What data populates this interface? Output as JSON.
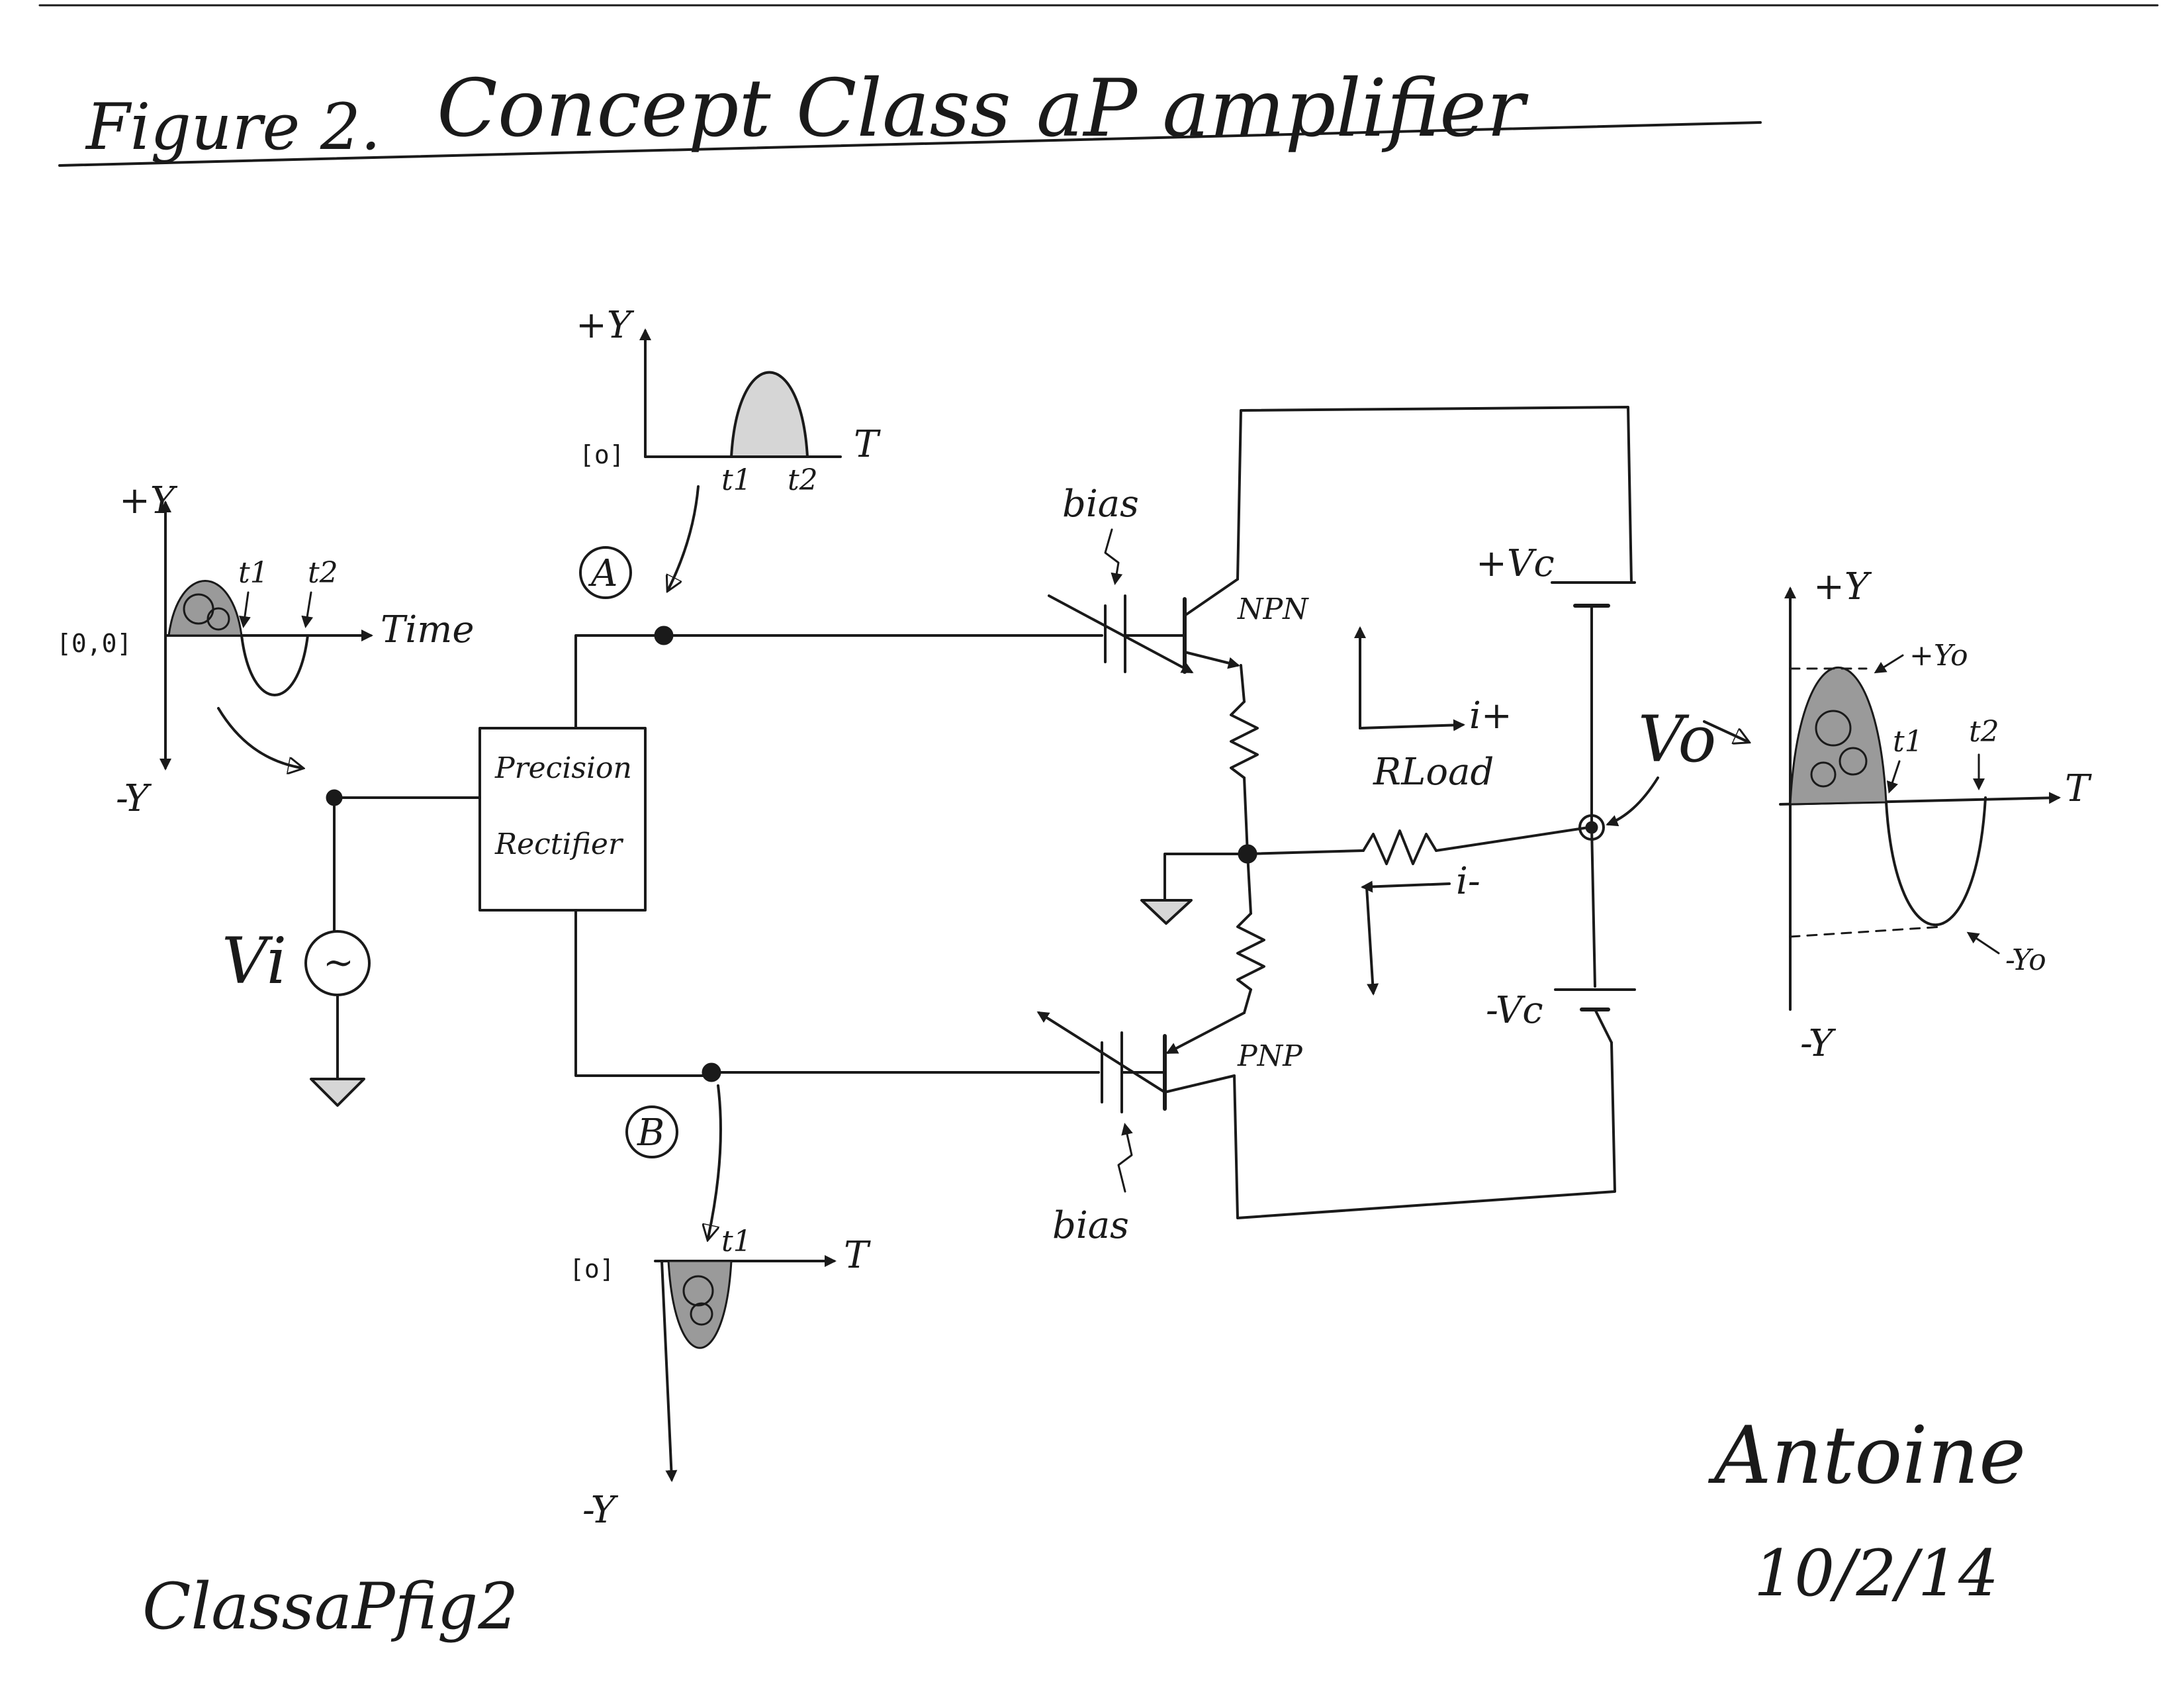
{
  "figure": {
    "number_label": "Figure 2.",
    "title": "Concept Class aP amplifier",
    "footer_file": "ClassaPfig2",
    "signature": "Antoine",
    "date": "10/2/14"
  },
  "input_waveform": {
    "pos_axis": "+Y",
    "neg_axis": "-Y",
    "origin": "[0,0]",
    "time_axis": "Time",
    "t1": "t1",
    "t2": "t2",
    "source_label": "Vi",
    "source_symbol": "~"
  },
  "rectifier": {
    "line1": "Precision",
    "line2": "Rectifier"
  },
  "node_a": {
    "label": "A",
    "pos_axis": "+Y",
    "origin": "[o]",
    "time_axis": "T",
    "t1": "t1",
    "t2": "t2"
  },
  "node_b": {
    "label": "B",
    "neg_axis": "-Y",
    "origin": "[o]",
    "time_axis": "T",
    "t1": "t1"
  },
  "output_stage": {
    "bias_top": "bias",
    "bias_bottom": "bias",
    "npn": "NPN",
    "pnp": "PNP",
    "vc_pos": "+Vc",
    "vc_neg": "-Vc",
    "r_load": "RLoad",
    "i_pos": "i+",
    "i_neg": "i-",
    "vo": "Vo"
  },
  "output_waveform": {
    "pos_axis": "+Y",
    "neg_axis": "-Y",
    "time_axis": "T",
    "t1": "t1",
    "t2": "t2",
    "peak_pos": "+Yo",
    "peak_neg": "-Yo"
  }
}
